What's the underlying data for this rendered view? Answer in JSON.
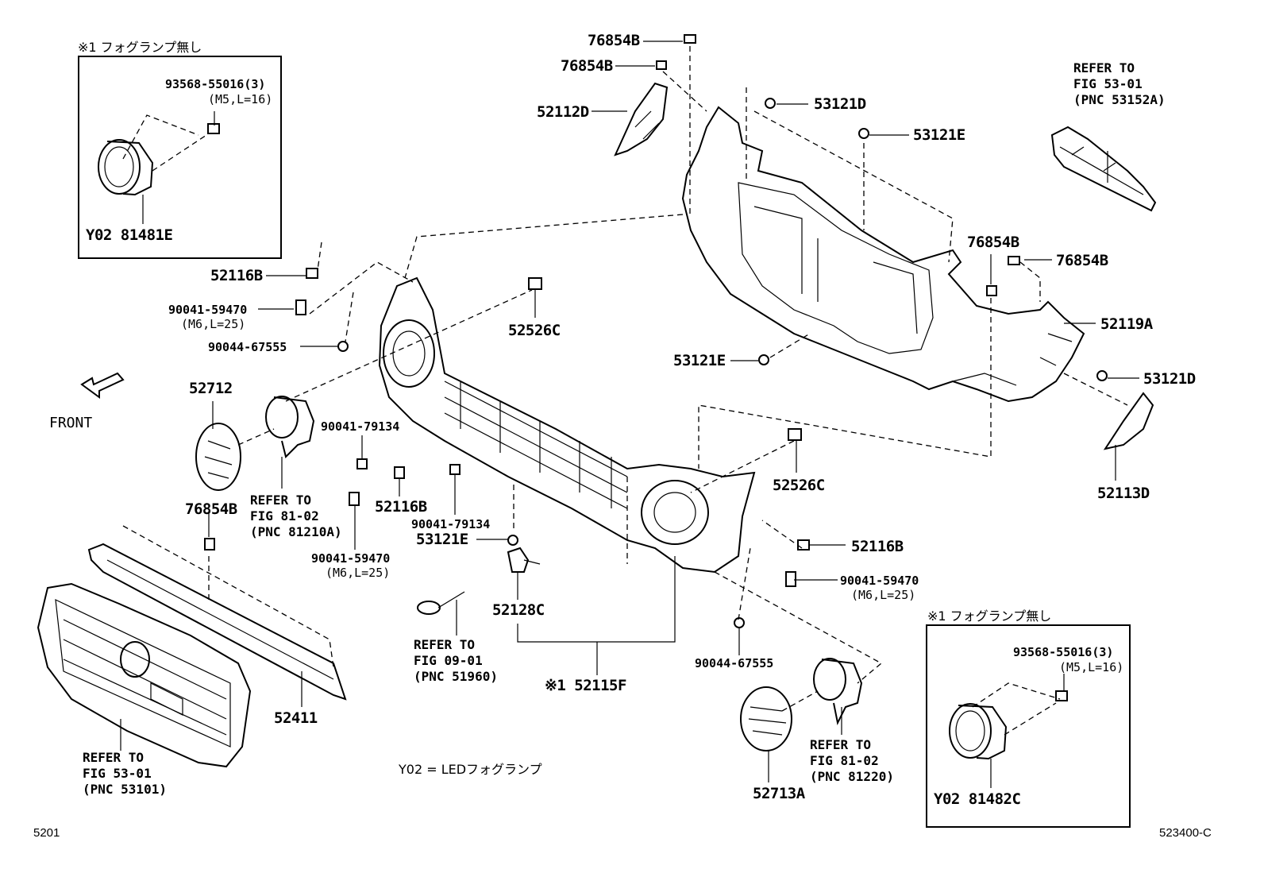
{
  "notes": {
    "no_fog_top": "※1 フォグランプ無し",
    "no_fog_bottom": "※1 フォグランプ無し",
    "y02_legend": "Y02 = LEDフォグランプ",
    "front": "FRONT",
    "page_left": "5201",
    "page_right": "523400-C"
  },
  "parts": {
    "p76854B_top": "76854B",
    "p76854B_2": "76854B",
    "p52112D": "52112D",
    "p53121D_top": "53121D",
    "p53121E_top": "53121E",
    "p76854B_mid": "76854B",
    "p76854B_right": "76854B",
    "p52119A": "52119A",
    "p53121E_mid": "53121E",
    "p53121D_right": "53121D",
    "p52113D": "52113D",
    "p52116B_top": "52116B",
    "p90041_59470_top": "90041-59470",
    "p90041_59470_top_spec": "(M6,L=25)",
    "p90044_67555_top": "90044-67555",
    "p52526C_top": "52526C",
    "p52712": "52712",
    "p90041_79134_a": "90041-79134",
    "p90041_59470_mid": "90041-59470",
    "p90041_59470_mid_spec": "(M6,L=25)",
    "p52116B_mid": "52116B",
    "p90041_79134_b": "90041-79134",
    "p53121E_low": "53121E",
    "p52526C_right": "52526C",
    "p52116B_right": "52116B",
    "p90041_59470_right": "90041-59470",
    "p90041_59470_right_spec": "(M6,L=25)",
    "p76854B_left": "76854B",
    "p52128C": "52128C",
    "p52115F": "※1 52115F",
    "p52411": "52411",
    "p90044_67555_low": "90044-67555",
    "p52713A": "52713A",
    "p93568_top": "93568-55016(3)",
    "p93568_top_spec": "(M5,L=16)",
    "p81481E": "Y02 81481E",
    "p93568_bottom": "93568-55016(3)",
    "p93568_bottom_spec": "(M5,L=16)",
    "p81482C": "Y02 81482C"
  },
  "refs": {
    "ref_53152A": "REFER TO\nFIG 53-01\n(PNC 53152A)",
    "ref_81210A": "REFER TO\nFIG 81-02\n(PNC 81210A)",
    "ref_51960": "REFER TO\nFIG 09-01\n(PNC 51960)",
    "ref_53101": "REFER TO\nFIG 53-01\n(PNC 53101)",
    "ref_81220": "REFER TO\nFIG 81-02\n(PNC 81220)"
  }
}
